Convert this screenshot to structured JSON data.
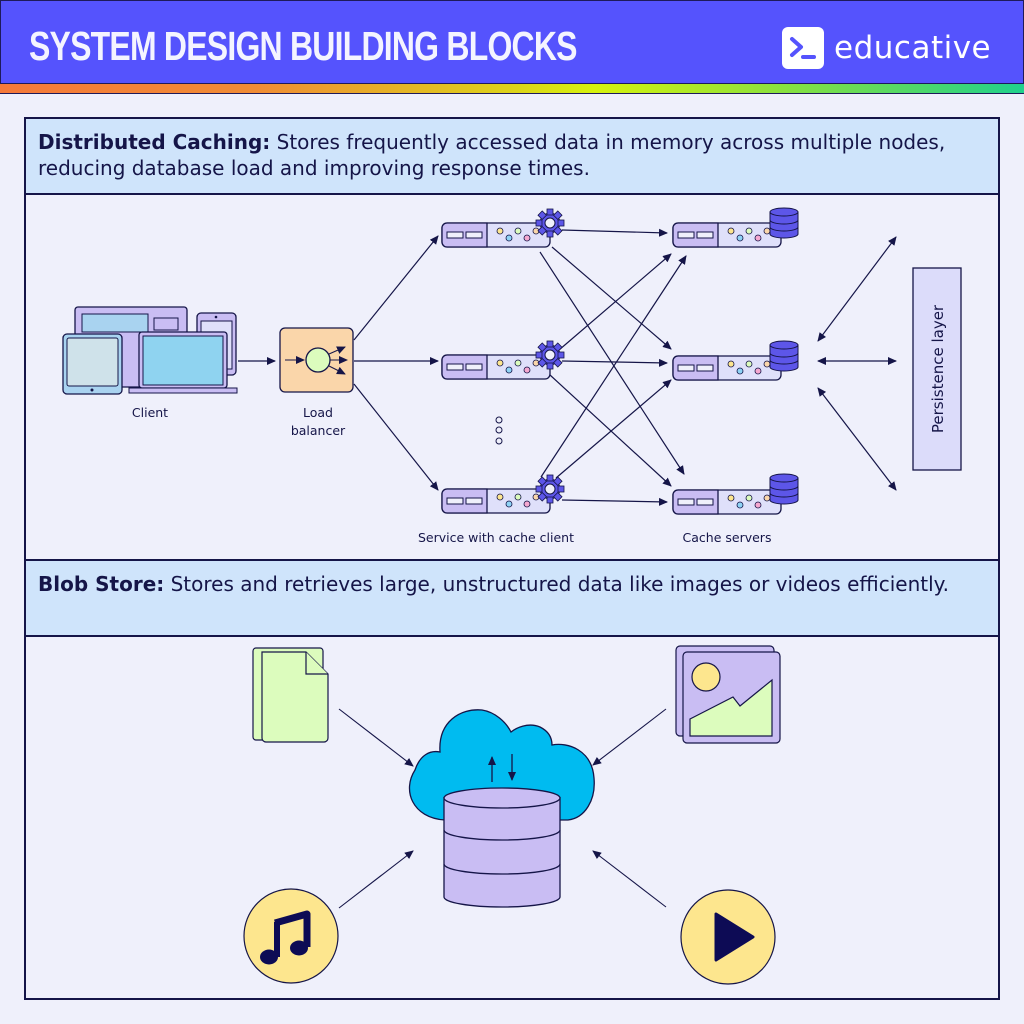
{
  "header": {
    "title": "SYSTEM DESIGN BUILDING BLOCKS",
    "brand": "educative",
    "brand_icon": "terminal-prompt-icon",
    "header_color": "#5553fd"
  },
  "sections": [
    {
      "title": "Distributed Caching:",
      "description": "Stores frequently accessed data in memory across multiple nodes, reducing database load and improving response times.",
      "diagram": {
        "client_label": "Client",
        "load_balancer_label_line1": "Load",
        "load_balancer_label_line2": "balancer",
        "services_label": "Service with cache client",
        "cache_servers_label": "Cache servers",
        "persistence_label": "Persistence layer",
        "service_count_shown": 3,
        "cache_server_count": 3,
        "icons": [
          "devices-icon",
          "load-balancer-icon",
          "server-icon",
          "gear-icon",
          "database-icon",
          "ellipsis-icon"
        ]
      }
    },
    {
      "title": "Blob Store:",
      "description": "Stores and retrieves large, unstructured data like images or videos efficiently.",
      "diagram": {
        "icons": [
          "document-icon",
          "image-icon",
          "music-icon",
          "play-icon",
          "cloud-icon",
          "database-icon"
        ]
      }
    }
  ],
  "colors": {
    "ink": "#151548",
    "panel_header": "#cfe4fb",
    "server_purple": "#c9bdf3",
    "gear": "#5d56e8",
    "cloud": "#00bbf0",
    "yellow": "#fde68e",
    "green": "#dcfcbd",
    "peach": "#fad6aa"
  }
}
